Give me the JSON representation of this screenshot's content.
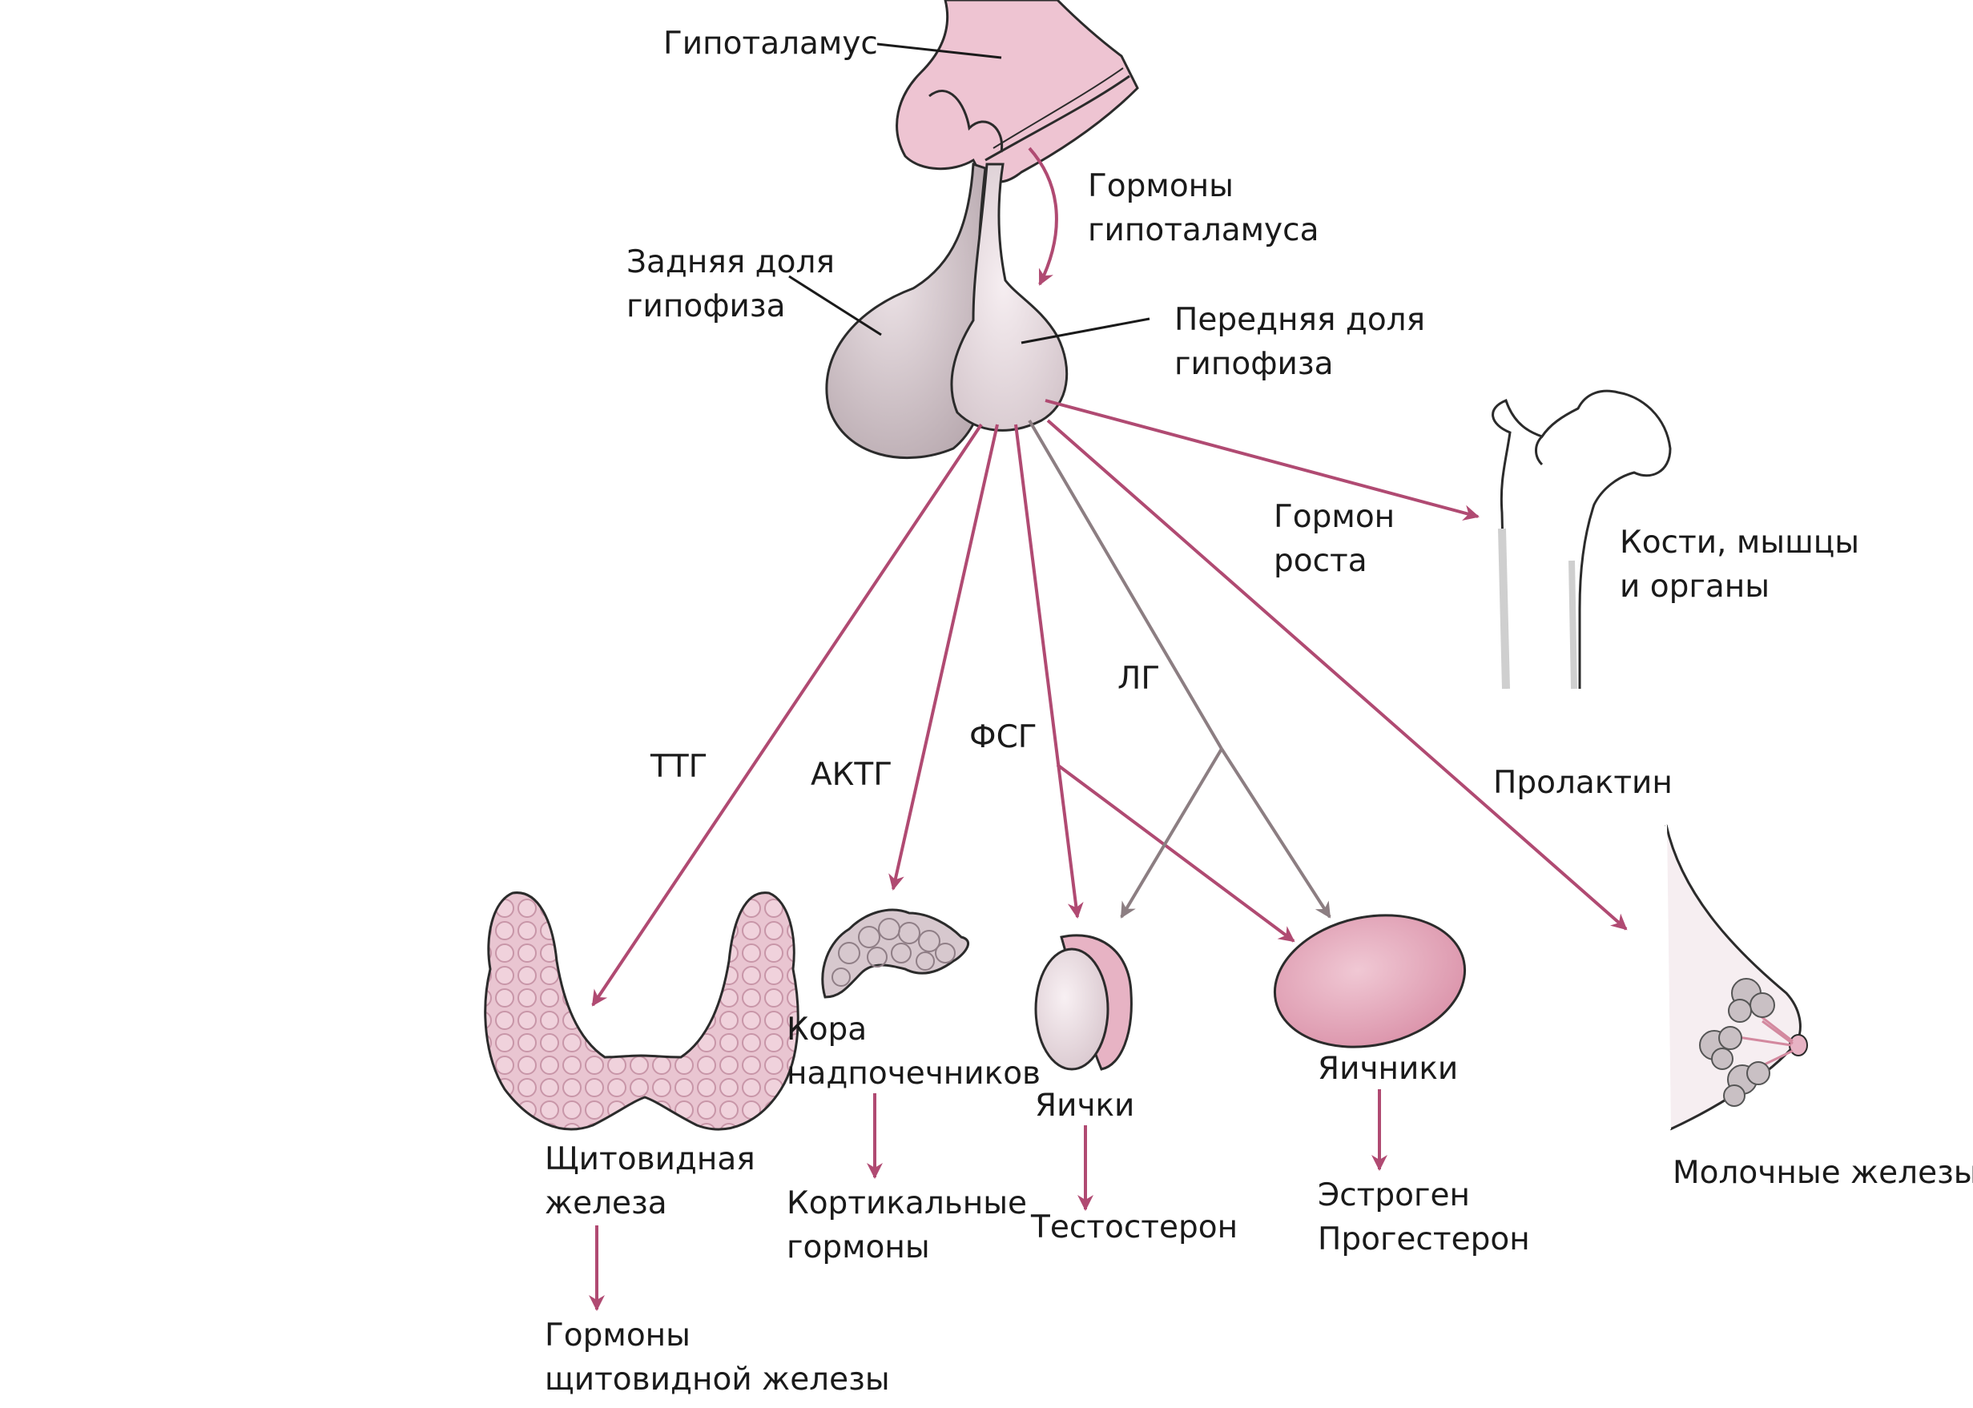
{
  "colors": {
    "arrow_primary": "#b04a72",
    "arrow_lh": "#8c7e82",
    "gland_fill": "#e6d8de",
    "pink_fill": "#e8b8c8",
    "outline": "#2b2b2b"
  },
  "structures": {
    "hypothalamus": "Гипоталамус",
    "hypothalamic_hormones": [
      "Гормоны",
      "гипоталамуса"
    ],
    "posterior_pituitary": [
      "Задняя доля",
      "гипофиза"
    ],
    "anterior_pituitary": [
      "Передняя доля",
      "гипофиза"
    ]
  },
  "hormones": {
    "tsh": "ТТГ",
    "acth": "АКТГ",
    "fsh": "ФСГ",
    "lh": "ЛГ",
    "growth_hormone": [
      "Гормон",
      "роста"
    ],
    "prolactin": "Пролактин"
  },
  "targets": {
    "thyroid": [
      "Щитовидная",
      "железа"
    ],
    "adrenal_cortex": [
      "Кора",
      "надпочечников"
    ],
    "testes": "Яички",
    "ovaries": "Яичники",
    "bones": [
      "Кости, мышцы",
      "и органы"
    ],
    "mammary": "Молочные железы"
  },
  "products": {
    "thyroid_hormones": [
      "Гормоны",
      "щитовидной железы"
    ],
    "cortical_hormones": [
      "Кортикальные",
      "гормоны"
    ],
    "testosterone": "Тестостерон",
    "ovary_hormones": [
      "Эстроген",
      "Прогестерон"
    ]
  }
}
